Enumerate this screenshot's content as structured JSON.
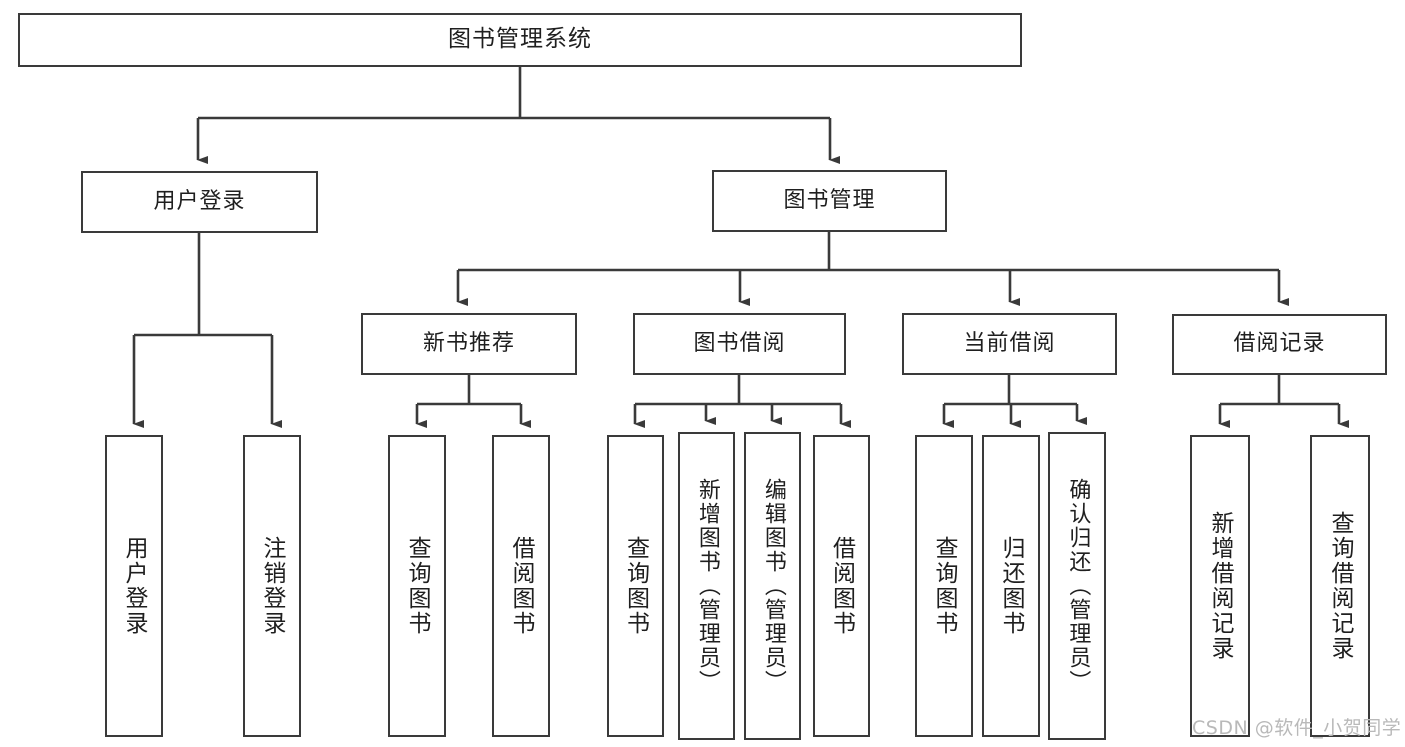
{
  "diagram": {
    "type": "hierarchy-tree",
    "title": "图书管理系统",
    "background_color": "#ffffff",
    "line_color": "#3a3a3a",
    "text_color": "#1f1f1f"
  },
  "nodes": {
    "root": {
      "label": "图书管理系统"
    },
    "level2": [
      {
        "label": "用户登录"
      },
      {
        "label": "图书管理"
      }
    ],
    "level3": [
      {
        "label": "新书推荐"
      },
      {
        "label": "图书借阅"
      },
      {
        "label": "当前借阅"
      },
      {
        "label": "借阅记录"
      }
    ],
    "leaves": {
      "user_login": [
        {
          "label": "用户登录"
        },
        {
          "label": "注销登录"
        }
      ],
      "new_books": [
        {
          "label": "查询图书"
        },
        {
          "label": "借阅图书"
        }
      ],
      "book_borrow": [
        {
          "label": "查询图书"
        },
        {
          "label": "新增图书（管理员）"
        },
        {
          "label": "编辑图书（管理员）"
        },
        {
          "label": "借阅图书"
        }
      ],
      "current_borrow": [
        {
          "label": "查询图书"
        },
        {
          "label": "归还图书"
        },
        {
          "label": "确认归还（管理员）"
        }
      ],
      "borrow_records": [
        {
          "label": "新增借阅记录"
        },
        {
          "label": "查询借阅记录"
        }
      ]
    }
  },
  "watermark": {
    "text": "CSDN @软件_小贺同学"
  }
}
